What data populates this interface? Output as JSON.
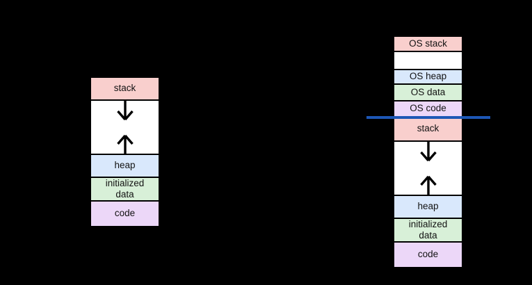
{
  "colors": {
    "background": "#000000",
    "box_border": "#000000",
    "label_text": "#121212",
    "stack_pink": "#f9cfcd",
    "heap_blue": "#d9e8fc",
    "data_green": "#d8f0d8",
    "code_purple": "#ecd7f8",
    "free_white": "#ffffff",
    "kernel_boundary_blue": "#1d57b6",
    "arrow_black": "#000000"
  },
  "icons": {
    "down-arrow-icon": "↓",
    "up-arrow-icon": "↑"
  },
  "left_diagram": {
    "segments": [
      {
        "label": "stack"
      },
      {
        "label": ""
      },
      {
        "label": "heap"
      },
      {
        "label": "initialized data"
      },
      {
        "label": "code"
      }
    ]
  },
  "right_diagram": {
    "segments": [
      {
        "label": "OS stack"
      },
      {
        "label": ""
      },
      {
        "label": "OS heap"
      },
      {
        "label": "OS data"
      },
      {
        "label": "OS code"
      },
      {
        "label": "stack"
      },
      {
        "label": ""
      },
      {
        "label": "heap"
      },
      {
        "label": "initialized data"
      },
      {
        "label": "code"
      }
    ]
  }
}
